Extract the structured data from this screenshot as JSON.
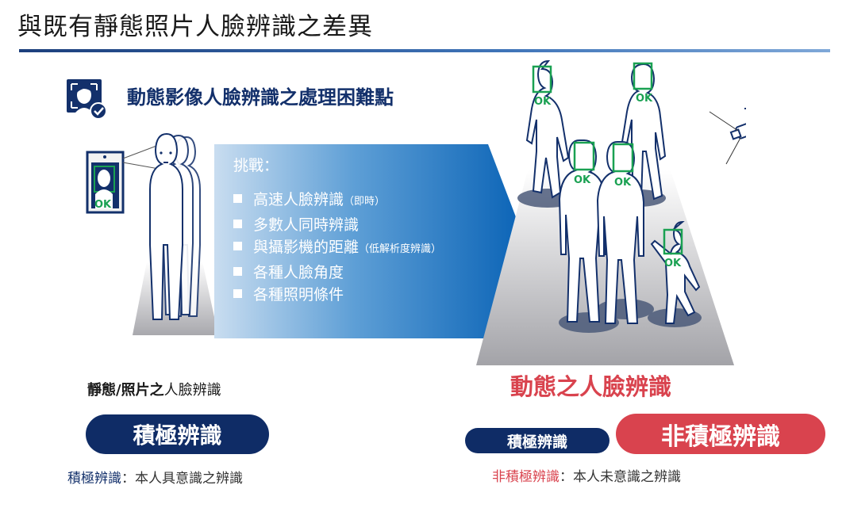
{
  "page": {
    "title": "與既有靜態照片人臉辨識之差異"
  },
  "section": {
    "heading": "動態影像人臉辨識之處理困難點"
  },
  "challenges": {
    "heading": "挑戰：",
    "items": [
      {
        "text": "高速人臉辨識",
        "note": "（即時）"
      },
      {
        "text": "多數人同時辨識",
        "note": ""
      },
      {
        "text": "與攝影機的距離",
        "note": "（低解析度辨識）"
      },
      {
        "text": "各種人臉角度",
        "note": ""
      },
      {
        "text": "各種照明條件",
        "note": ""
      }
    ]
  },
  "static_side": {
    "label_bold": "靜態/照片之",
    "label_rest": "人臉辨識",
    "pill": "積極辨識",
    "definition_term": "積極辨識",
    "definition_rest": "：本人具意識之辨識"
  },
  "dynamic_side": {
    "label": "動態之人臉辨識",
    "pill_active": "積極辨識",
    "pill_passive": "非積極辨識",
    "definition_term": "非積極辨識",
    "definition_rest": "：本人未意識之辨識"
  },
  "face_marks": {
    "ok": "OK"
  },
  "colors": {
    "navy": "#0f2c66",
    "red": "#d9434e",
    "ok_green": "#1aa152",
    "arrow_blue": "#0a63b6"
  },
  "icons": [
    "face-recognition-icon",
    "check-badge-icon",
    "security-camera-icon",
    "face-terminal-icon"
  ]
}
